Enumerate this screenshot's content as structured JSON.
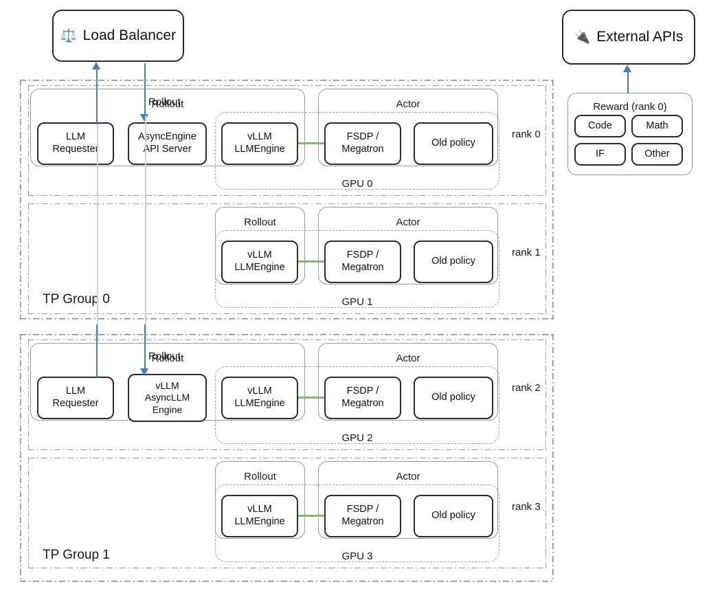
{
  "diagram": {
    "title_nodes": [
      {
        "id": "load-balancer",
        "label": "Load Balancer",
        "icon": "balance-scale-icon",
        "glyph": "⚖️"
      },
      {
        "id": "external-apis",
        "label": "External APIs",
        "icon": "plug-icon",
        "glyph": "🔌"
      }
    ],
    "tp_groups": [
      {
        "id": "tp-group-0",
        "label": "TP Group 0"
      },
      {
        "id": "tp-group-1",
        "label": "TP Group 1"
      }
    ],
    "ranks": [
      {
        "id": "rank-0",
        "rank_label": "rank 0",
        "gpu_label": "GPU 0",
        "rollout_title": "Rollout",
        "actor_title": "Actor",
        "requester": "LLM\nRequester",
        "server": "AsyncEngine\nAPI Server",
        "engine": "vLLM\nLLMEngine",
        "trainer": "FSDP /\nMegatron",
        "old_policy": "Old policy",
        "has_requester": true
      },
      {
        "id": "rank-1",
        "rank_label": "rank 1",
        "gpu_label": "GPU 1",
        "rollout_title": "Rollout",
        "actor_title": "Actor",
        "engine": "vLLM\nLLMEngine",
        "trainer": "FSDP /\nMegatron",
        "old_policy": "Old policy",
        "has_requester": false
      },
      {
        "id": "rank-2",
        "rank_label": "rank 2",
        "gpu_label": "GPU 2",
        "rollout_title": "Rollout",
        "actor_title": "Actor",
        "requester": "LLM\nRequester",
        "server": "vLLM\nAsyncLLM\nEngine",
        "engine": "vLLM\nLLMEngine",
        "trainer": "FSDP /\nMegatron",
        "old_policy": "Old policy",
        "has_requester": true
      },
      {
        "id": "rank-3",
        "rank_label": "rank 3",
        "gpu_label": "GPU 3",
        "rollout_title": "Rollout",
        "actor_title": "Actor",
        "engine": "vLLM\nLLMEngine",
        "trainer": "FSDP /\nMegatron",
        "old_policy": "Old policy",
        "has_requester": false
      }
    ],
    "reward": {
      "title": "Reward (rank 0)",
      "items": [
        "Code",
        "Math",
        "IF",
        "Other"
      ]
    },
    "edges": {
      "rollout_label_top": "Rollout",
      "rollout_label_bottom": "Rollout"
    },
    "colors": {
      "arrow_blue": "#4a7ebb",
      "arrow_blue_faint": "#c3d5ec",
      "link_green": "#7cc45a",
      "group_gray": "#9a9a9a",
      "node_dark": "#2b2b2b",
      "dash_gray": "#a3a3a3"
    }
  }
}
